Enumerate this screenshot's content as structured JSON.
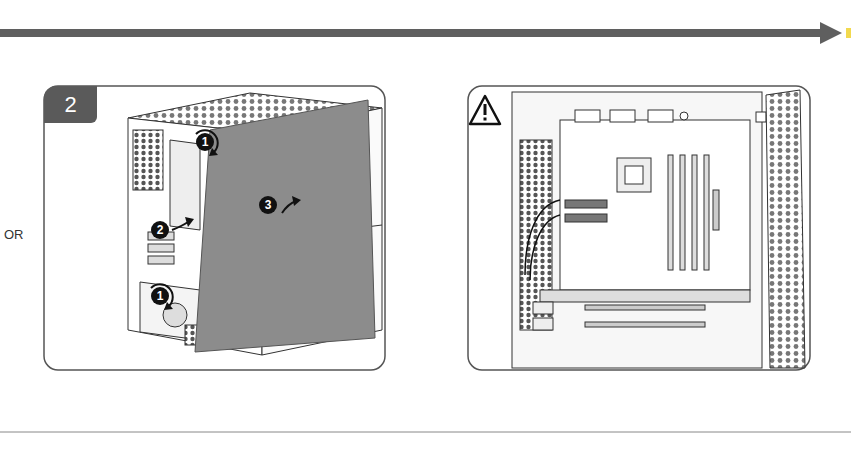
{
  "diagram": {
    "nodes": [
      {
        "text": [
          "2"
        ]
      },
      {
        "text": [
          "1"
        ]
      },
      {
        "text": [
          "3"
        ]
      },
      {
        "text": [
          "2"
        ]
      },
      {
        "text": [
          "1"
        ]
      }
    ],
    "labels": [
      "OR"
    ]
  }
}
